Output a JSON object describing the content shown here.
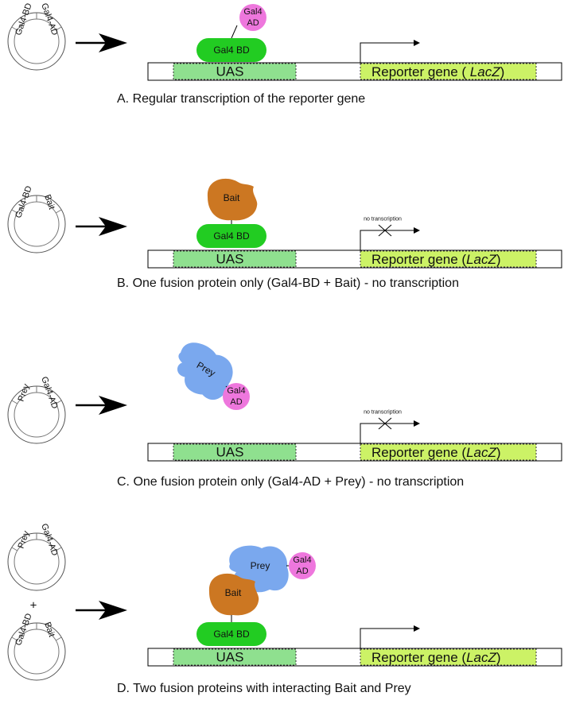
{
  "panels": [
    {
      "id": "a",
      "caption": "A. Regular transcription of the reporter gene",
      "plasmid": [
        "Gal4-BD",
        "Gal4-AD"
      ],
      "bd_label": "Gal4 BD",
      "ad_label": [
        "Gal4",
        "AD"
      ],
      "uas_label": "UAS",
      "reporter_label": "Reporter gene ( LacZ)",
      "transcription": true
    },
    {
      "id": "b",
      "caption": "B. One fusion protein only (Gal4-BD + Bait) - no transcription",
      "plasmid": [
        "Gal4-BD",
        "Bait"
      ],
      "bd_label": "Gal4 BD",
      "bait_label": "Bait",
      "uas_label": "UAS",
      "reporter_label": "Reporter gene (LacZ)",
      "note": "no transcription",
      "transcription": false
    },
    {
      "id": "c",
      "caption": "C. One fusion protein only (Gal4-AD + Prey) - no transcription",
      "plasmid": [
        "Prey",
        "Gal4-AD"
      ],
      "prey_label": "Prey",
      "ad_label": [
        "Gal4",
        "AD"
      ],
      "uas_label": "UAS",
      "reporter_label": "Reporter gene (LacZ)",
      "note": "no transcription",
      "transcription": false
    },
    {
      "id": "d",
      "caption": "D. Two fusion proteins with interacting Bait and Prey",
      "plasmid_top": [
        "Prey",
        "Gal4-AD"
      ],
      "plus": "+",
      "plasmid_bottom": [
        "Gal4-BD",
        "Bait"
      ],
      "bd_label": "Gal4 BD",
      "bait_label": "Bait",
      "prey_label": "Prey",
      "ad_label": [
        "Gal4",
        "AD"
      ],
      "uas_label": "UAS",
      "reporter_label": "Reporter gene (LacZ)",
      "transcription": true
    }
  ],
  "italic_term": "LacZ",
  "colors": {
    "uas": "#8fe08f",
    "reporter": "#ccf266",
    "bd": "#22cc22",
    "ad": "#ee77dd",
    "bait": "#cc7722",
    "prey": "#7aa8ee",
    "line": "#000000"
  }
}
